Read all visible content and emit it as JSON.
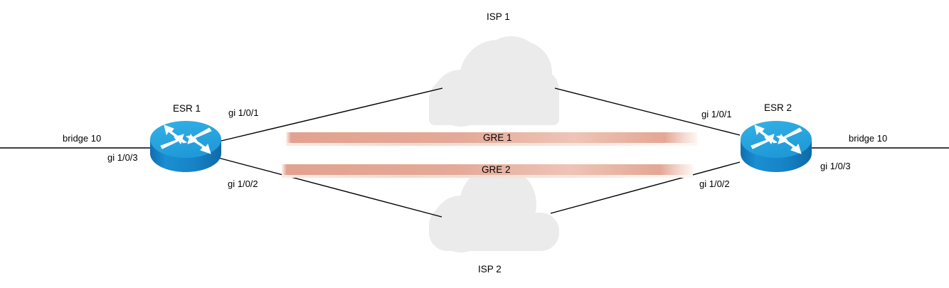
{
  "diagram": {
    "type": "network-topology",
    "title": "GRE over dual ISP between two ESR routers",
    "colors": {
      "router_top": "#29a8e0",
      "router_body": "#1787cc",
      "router_body_dark": "#0f6fae",
      "cloud_fill": "#ebebeb",
      "tunnel_fill": "#e4a696",
      "tunnel_fade": "#fdf3ef",
      "link_stroke": "#000000",
      "text": "#000000"
    },
    "routers": [
      {
        "id": "esr1",
        "label": "ESR 1",
        "icon": "router-icon",
        "interfaces": [
          {
            "name": "gi 1/0/1",
            "position": "upper-right"
          },
          {
            "name": "gi 1/0/2",
            "position": "lower-right"
          },
          {
            "name": "gi 1/0/3",
            "position": "lower-left"
          }
        ],
        "edge_link": {
          "label": "bridge 10",
          "side": "left"
        }
      },
      {
        "id": "esr2",
        "label": "ESR 2",
        "icon": "router-icon",
        "interfaces": [
          {
            "name": "gi 1/0/1",
            "position": "upper-left"
          },
          {
            "name": "gi 1/0/2",
            "position": "lower-left"
          },
          {
            "name": "gi 1/0/3",
            "position": "lower-right"
          }
        ],
        "edge_link": {
          "label": "bridge 10",
          "side": "right"
        }
      }
    ],
    "clouds": [
      {
        "id": "isp1",
        "label": "ISP 1",
        "icon": "cloud-icon",
        "label_position": "above"
      },
      {
        "id": "isp2",
        "label": "ISP 2",
        "icon": "cloud-icon",
        "label_position": "below"
      }
    ],
    "tunnels": [
      {
        "id": "gre1",
        "label": "GRE 1",
        "from": "esr1",
        "to": "esr2",
        "via": "isp1"
      },
      {
        "id": "gre2",
        "label": "GRE 2",
        "from": "esr1",
        "to": "esr2",
        "via": "isp2"
      }
    ],
    "links": [
      {
        "from": "esr1",
        "from_port": "gi 1/0/1",
        "to": "isp1"
      },
      {
        "from": "isp1",
        "to": "esr2",
        "to_port": "gi 1/0/1"
      },
      {
        "from": "esr1",
        "from_port": "gi 1/0/2",
        "to": "isp2"
      },
      {
        "from": "isp2",
        "to": "esr2",
        "to_port": "gi 1/0/2"
      },
      {
        "from": "bridge 10",
        "to": "esr1",
        "to_port": "gi 1/0/3"
      },
      {
        "from": "esr2",
        "from_port": "gi 1/0/3",
        "to": "bridge 10"
      }
    ]
  },
  "labels": {
    "esr1_title": "ESR 1",
    "esr2_title": "ESR 2",
    "isp1_title": "ISP 1",
    "isp2_title": "ISP 2",
    "gre1": "GRE 1",
    "gre2": "GRE 2",
    "bridge_left": "bridge 10",
    "bridge_right": "bridge 10",
    "esr1_gi1": "gi 1/0/1",
    "esr1_gi2": "gi 1/0/2",
    "esr1_gi3": "gi 1/0/3",
    "esr2_gi1": "gi 1/0/1",
    "esr2_gi2": "gi 1/0/2",
    "esr2_gi3": "gi 1/0/3"
  }
}
